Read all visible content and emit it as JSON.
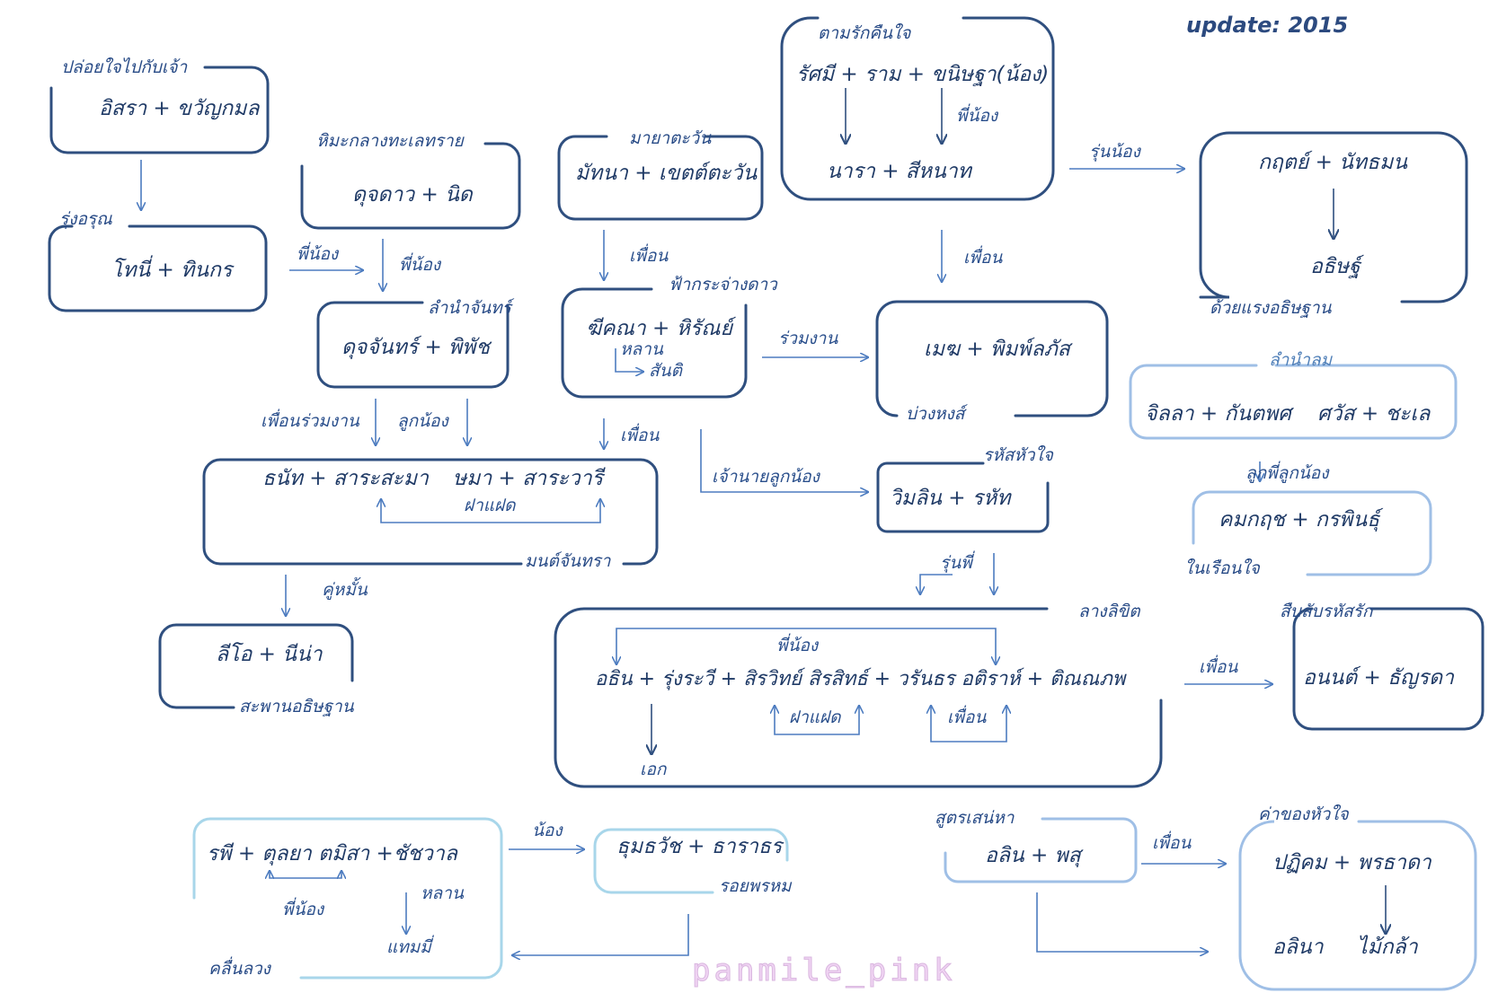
{
  "header": {
    "update": "update: 2015"
  },
  "watermark": "panmile_pink",
  "boxes": {
    "ploy": {
      "title": "ปล่อยใจไปกับเจ้า",
      "pair": "อิสรา + ขวัญกมล"
    },
    "rung": {
      "title": "รุ่งอรุณ",
      "pair": "โทนี่ + ทินกร"
    },
    "himalai": {
      "title": "หิมะกลางทะเลทราย",
      "pair": "ดุจดาว + นิด"
    },
    "maya": {
      "title": "มายาตะวัน",
      "pair": "มัทนา + เขตต์ตะวัน"
    },
    "tamrak": {
      "title": "ตามรักคืนใจ",
      "pair": "รัศมี + ราม + ขนิษฐา(น้อง)",
      "children": "นารา + สีหนาท"
    },
    "duayraeng": {
      "title": "ด้วยแรงอธิษฐาน",
      "pair": "กฤตย์ + นัทธมน",
      "child": "อธิษฐ์"
    },
    "lamnam": {
      "title": "ลำนำจันทร์",
      "pair": "ดุจจันทร์ + พิพัช"
    },
    "fakrajang": {
      "title": "ฟ้ากระจ่างดาว",
      "pair": "ฆีคณา + หิรัณย์",
      "nephew_label": "หลาน",
      "nephew": "สันติ"
    },
    "buanghong": {
      "title": "บ่วงหงส์",
      "pair": "เมฆ + พิมพ์ลภัส"
    },
    "lamnamlom": {
      "title": "ลำนำลม",
      "pair1": "จิลลา + กันตพศ",
      "pair2": "ศวัส + ชะเล"
    },
    "monjan": {
      "title": "มนต์จันทรา",
      "pair1": "ธนัท + สาระสะมา",
      "pair2": "ษมา + สาระวารี",
      "between": "ฝาแฝด"
    },
    "rahathuajai": {
      "title": "รหัสหัวใจ",
      "pair": "วิมลิน + รหัท"
    },
    "naireuanjai": {
      "title": "ในเรือนใจ",
      "pair": "คมกฤช + กรพินธุ์"
    },
    "sapan": {
      "title": "สะพานอธิษฐาน",
      "pair": "ลีโอ + นีน่า"
    },
    "langlikhit": {
      "title": "ลางลิขิต",
      "names": "อธิน + รุ่งระวี + สิรวิทย์ สิรสิทธ์ + วรันธร อติราห์ + ติณณภพ",
      "sibling": "พี่น้อง",
      "twin": "ฝาแฝด",
      "friend": "เพื่อน",
      "child": "เอก"
    },
    "seubsab": {
      "title": "สืบลับรหัสรัก",
      "pair": "อนนต์ + ธัญรดา"
    },
    "klunluang": {
      "title": "คลื่นลวง",
      "pair": "รพี + ตุลยา ตมิสา +ชัชวาล",
      "sibling": "พี่น้อง",
      "nephew_label": "หลาน",
      "nephew": "แทมมี่"
    },
    "roiprom": {
      "title": "รอยพรหม",
      "pair": "ธุมธวัช + ธาราธร"
    },
    "sutsaneha": {
      "title": "สูตรเสน่หา",
      "pair": "อลิน + พสุ"
    },
    "khakhong": {
      "title": "ค่าของหัวใจ",
      "pair": "ปฏิคม + พรธาดา",
      "c1": "อลินา",
      "c2": "ไม้กล้า"
    }
  },
  "relations": {
    "sibling": "พี่น้อง",
    "friend": "เพื่อน",
    "coworker": "ร่วมงาน",
    "junior": "รุ่นน้อง",
    "senior": "รุ่นพี่",
    "subordinate": "ลูกน้อง",
    "friend_coworker": "เพื่อนร่วมงาน",
    "boss_sub": "เจ้านายลูกน้อง",
    "senior_sub": "ลูกพี่ลูกน้อง",
    "fiance": "คู่หมั้น",
    "younger": "น้อง"
  },
  "colors": {
    "dark": "#2f4f7f",
    "mid": "#4d7cc0",
    "light": "#9fbfe6",
    "lightest": "#a8d6ea"
  }
}
